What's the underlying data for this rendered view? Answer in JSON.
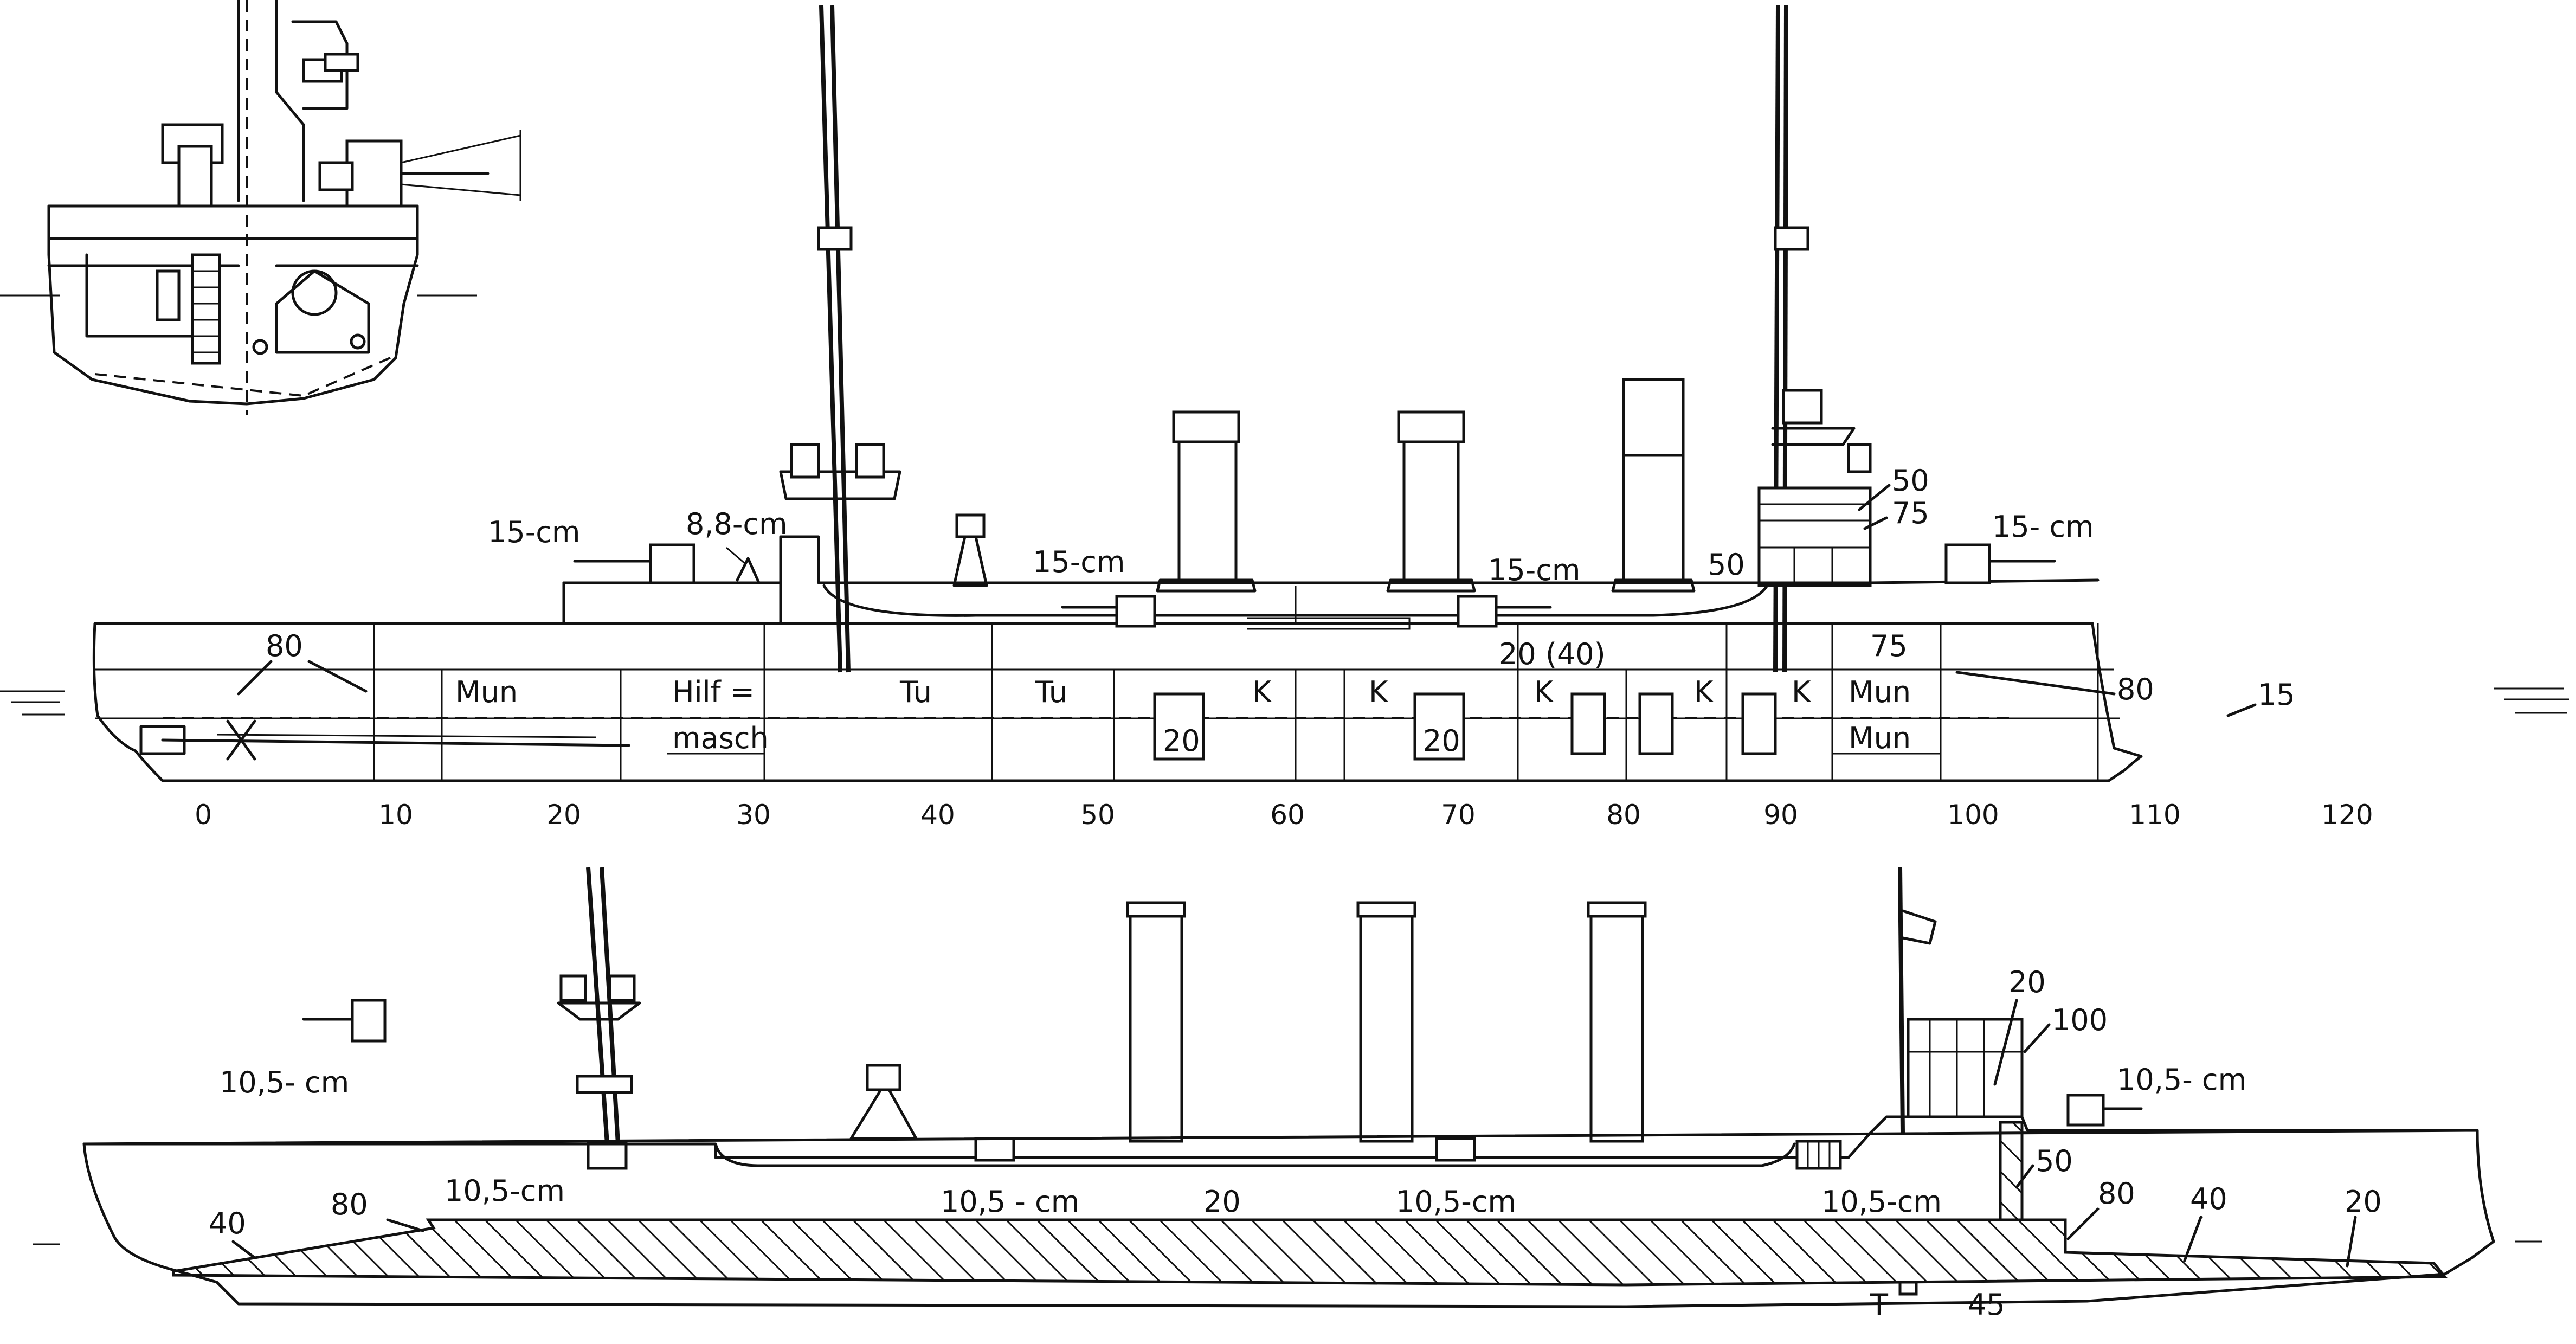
{
  "profile": {
    "gun_labels": {
      "bow_15cm": "15-cm",
      "88cm": "8,8-cm",
      "mid_15cm_a": "15-cm",
      "mid_15cm_b": "15-cm",
      "stern_15cm": "15- cm"
    },
    "armor_labels": {
      "bow_80": "80",
      "tower_50": "50",
      "tower_75": "75",
      "deck_50": "50",
      "belt_75": "75",
      "side_20_40": "20 (40)",
      "aft_80": "80",
      "aft_15": "15",
      "boiler_20_a": "20",
      "boiler_20_b": "20"
    },
    "compartments": {
      "mun_a": "Mun",
      "hilf_1": "Hilf =",
      "hilf_2": "masch",
      "tu_a": "Tu",
      "tu_b": "Tu",
      "k_a": "K",
      "k_b": "K",
      "k_c": "K",
      "k_d": "K",
      "k_e": "K",
      "mun_b": "Mun",
      "mun_c": "Mun"
    },
    "frame_numbers": [
      "0",
      "10",
      "20",
      "30",
      "40",
      "50",
      "60",
      "70",
      "80",
      "90",
      "100",
      "110",
      "120"
    ]
  },
  "plan": {
    "gun_labels": {
      "bow": "10,5- cm",
      "p1": "10,5-cm",
      "p2": "10,5 - cm",
      "p3": "10,5-cm",
      "p4": "10,5-cm",
      "stern": "10,5- cm"
    },
    "armor_labels": {
      "a40": "40",
      "a80": "80",
      "mid_20": "20",
      "bridge_20": "20",
      "bridge_100": "100",
      "b50": "50",
      "b80": "80",
      "b40": "40",
      "b20": "20",
      "t_label": "T",
      "n45": "45"
    }
  }
}
